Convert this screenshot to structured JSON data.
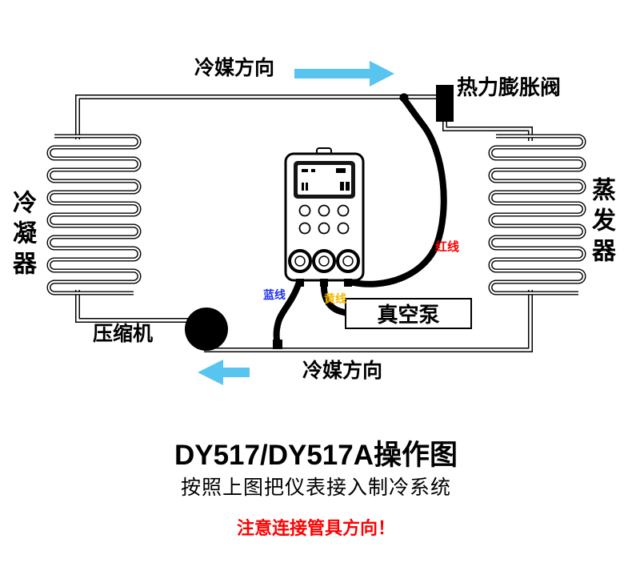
{
  "colors": {
    "arrow_blue": "#58C4F0",
    "hose_red_label": "#FF0000",
    "hose_blue_label": "#2233EE",
    "hose_yellow_label": "#F5B800",
    "warning_red": "#FF0000"
  },
  "diagram": {
    "flow_top_label": "冷媒方向",
    "flow_bottom_label": "冷媒方向",
    "expansion_valve_label": "热力膨胀阀",
    "condenser_label": "冷凝器",
    "evaporator_label": "蒸发器",
    "compressor_label": "压缩机",
    "vacuum_pump_label": "真空泵",
    "red_hose_label": "红线",
    "blue_hose_label": "蓝线",
    "yellow_hose_label": "黄线"
  },
  "caption": {
    "title": "DY517/DY517A操作图",
    "subtitle": "按照上图把仪表接入制冷系统",
    "warning": "注意连接管具方向！"
  }
}
